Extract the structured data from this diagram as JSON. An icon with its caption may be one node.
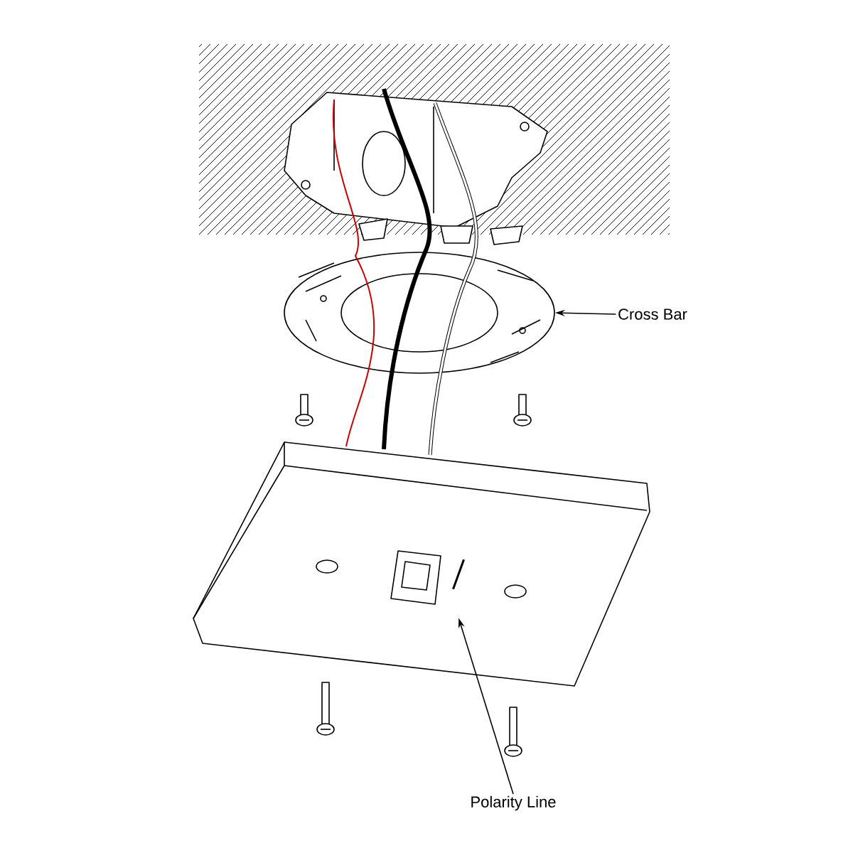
{
  "diagram": {
    "nodes": [
      {
        "text": [
          "Cross Bar"
        ]
      },
      {
        "text": [],
        "shape": "picture"
      },
      {
        "text": [
          "Polarity Line"
        ]
      },
      {
        "text": [],
        "shape": "bar"
      }
    ],
    "edges": [
      {
        "from": 0,
        "to": 1,
        "arrow": "to"
      },
      {
        "from": 2,
        "to": 3,
        "arrow": "to"
      }
    ]
  }
}
